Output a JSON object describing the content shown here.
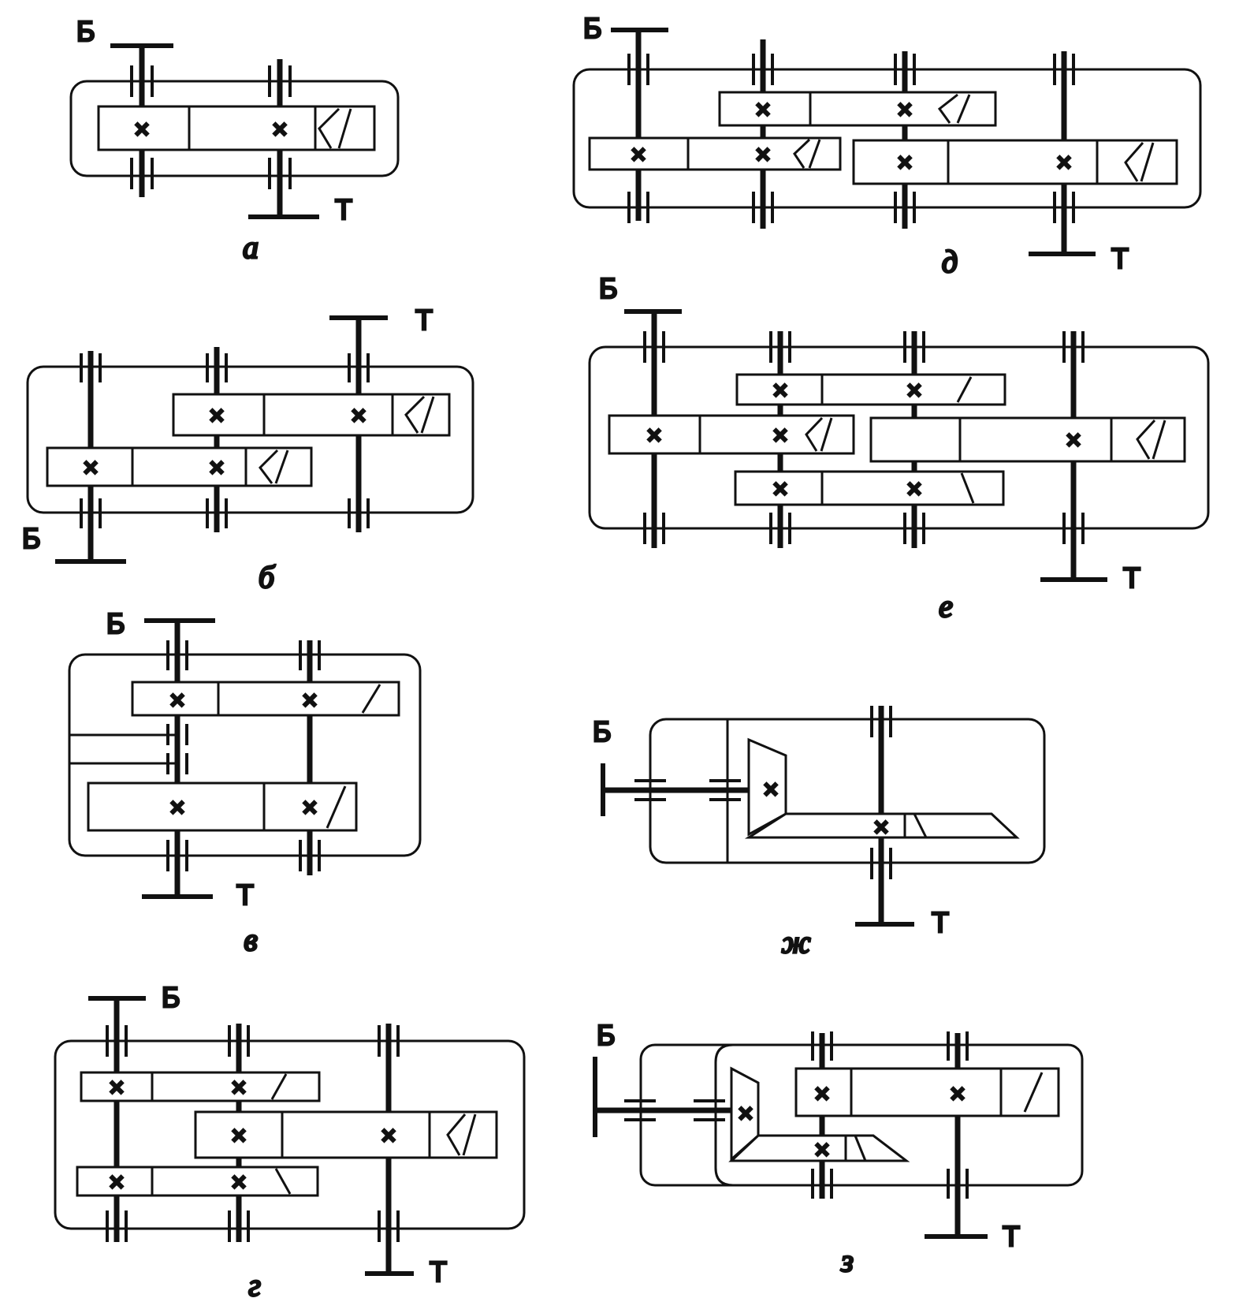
{
  "labels": {
    "fast_shaft": "Б",
    "slow_shaft": "Т",
    "gear_mark": "×"
  },
  "captions": {
    "a": "а",
    "b": "б",
    "v": "в",
    "g": "г",
    "d": "д",
    "e": "е",
    "zh": "ж",
    "z": "з"
  }
}
